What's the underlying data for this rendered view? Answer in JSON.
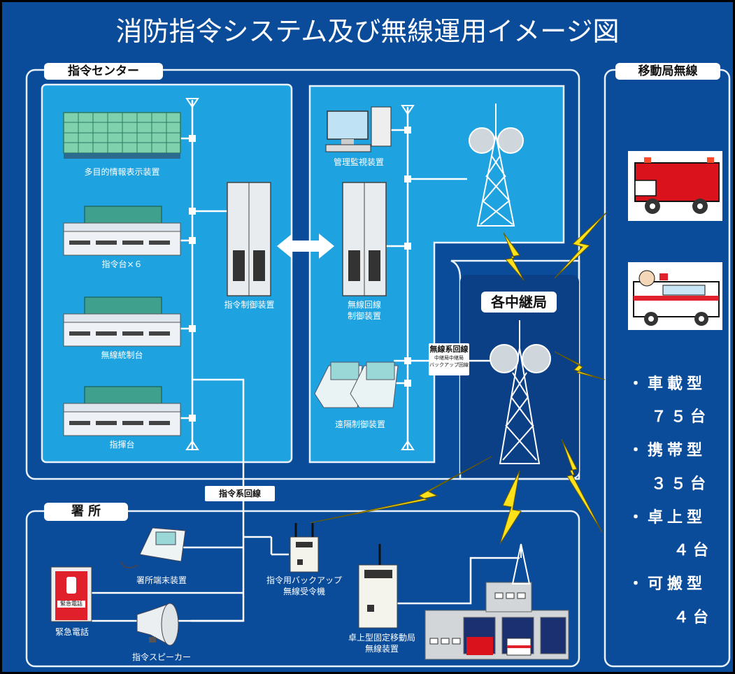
{
  "title": "消防指令システム及び無線運用イメージ図",
  "sections": {
    "command_center": "指令センター",
    "mobile_radio": "移動局無線",
    "station": "署 所",
    "relay": "各中継局"
  },
  "devices": {
    "display": "多目的情報表示装置",
    "console": "指令台×６",
    "radio_console": "無線統制台",
    "command_desk": "指揮台",
    "command_control": "指令制御装置",
    "monitor": "管理監視装置",
    "radio_control_l1": "無線回線",
    "radio_control_l2": "制御装置",
    "remote_control": "遠隔制御装置",
    "station_terminal": "署所端末装置",
    "emergency_phone": "緊急電話",
    "emergency_phone_plate": "緊急電話",
    "speaker": "指令スピーカー",
    "backup_receiver_l1": "指令用バックアップ",
    "backup_receiver_l2": "無線受令機",
    "desk_mobile_l1": "卓上型固定移動局",
    "desk_mobile_l2": "無線装置"
  },
  "lines": {
    "command_line": "指令系回線",
    "radio_line": "無線系回線",
    "radio_line_sub1": "中継局中継局",
    "radio_line_sub2": "バックアップ回線"
  },
  "counts": [
    {
      "type": "・車載型",
      "count": "７５台"
    },
    {
      "type": "・携帯型",
      "count": "３５台"
    },
    {
      "type": "・卓上型",
      "count": "４台"
    },
    {
      "type": "・可搬型",
      "count": "４台"
    }
  ],
  "colors": {
    "background": "#0a4c9a",
    "panel": "#1fa3e0",
    "outline": "#e9f2fb",
    "lightning": "#ffe21a",
    "fire_truck": "#d9121b",
    "ambulance_stripe": "#e0202a"
  }
}
